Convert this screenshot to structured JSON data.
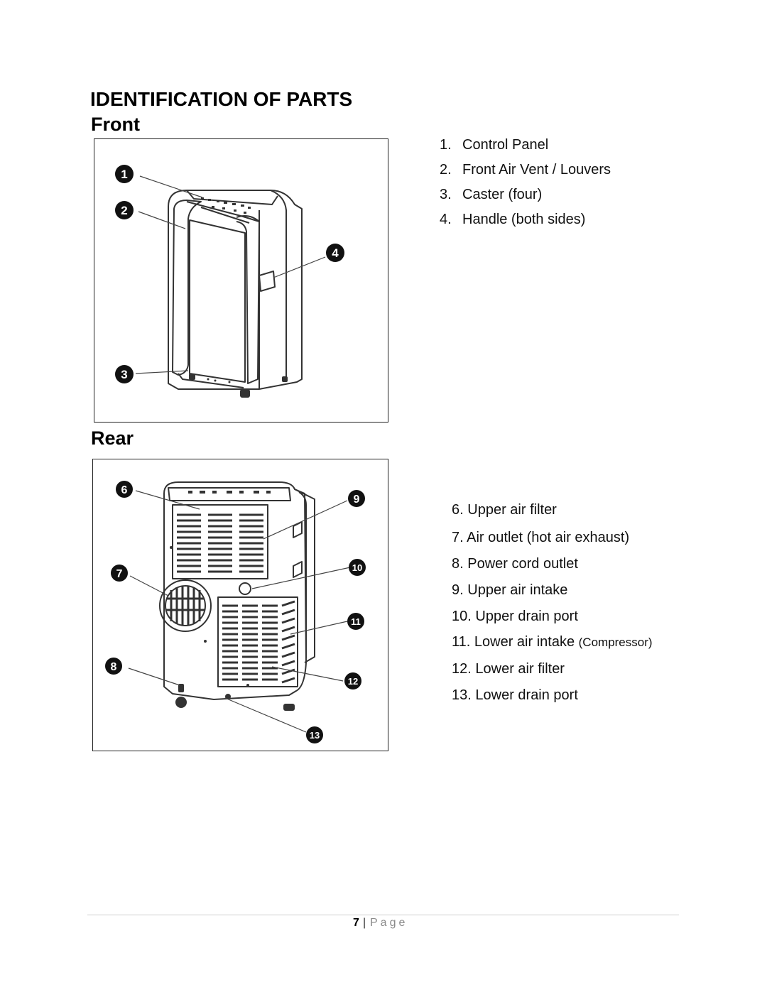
{
  "heading": "IDENTIFICATION OF PARTS",
  "front": {
    "subheading": "Front",
    "callouts": [
      "1",
      "2",
      "3",
      "4"
    ],
    "items": [
      {
        "num": "1.",
        "label": "Control Panel"
      },
      {
        "num": "2.",
        "label": "Front Air Vent / Louvers"
      },
      {
        "num": "3.",
        "label": "Caster (four)"
      },
      {
        "num": "4.",
        "label": "Handle (both sides)"
      }
    ]
  },
  "rear": {
    "subheading": "Rear",
    "callouts": [
      "6",
      "7",
      "8",
      "9",
      "10",
      "11",
      "12",
      "13"
    ],
    "items": [
      {
        "num": "6.",
        "label": "Upper air filter"
      },
      {
        "num": "7.",
        "label": "Air outlet (hot air exhaust)"
      },
      {
        "num": "8.",
        "label": "Power cord outlet"
      },
      {
        "num": "9.",
        "label": "Upper air intake"
      },
      {
        "num": "10.",
        "label": "Upper drain port"
      },
      {
        "num": "11.",
        "label": "Lower air intake",
        "note": "(Compressor)"
      },
      {
        "num": "12.",
        "label": "Lower air filter"
      },
      {
        "num": "13.",
        "label": "Lower drain port"
      }
    ]
  },
  "footer": {
    "page_number": "7",
    "separator": "|",
    "page_word": "Page"
  }
}
